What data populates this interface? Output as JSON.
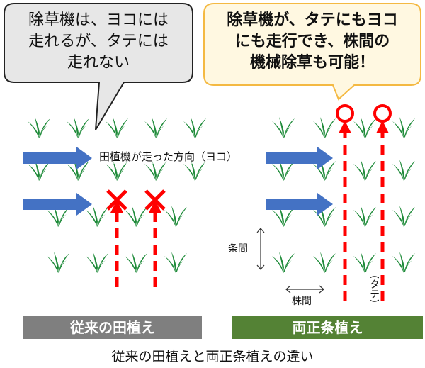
{
  "left_bubble": {
    "text": "除草機は、ヨコには\n走れるが、タテには\n走れない"
  },
  "right_bubble": {
    "text": "除草機が、タテにもヨコ\nにも走行でき、株間の\n機械除草も可能！"
  },
  "direction_label": "田植機が走った方向（ヨコ）",
  "row_spacing_label": "条間",
  "plant_spacing_label": "株間",
  "vertical_label": "(タテ)",
  "left_panel_label": "従来の田植え",
  "right_panel_label": "両正条植え",
  "caption": "従来の田植えと両正条植えの違い",
  "colors": {
    "plant": "#1f8b3a",
    "arrow_blue": "#4472c4",
    "red": "#ff0000",
    "gray_bar": "#7f7f7f",
    "green_bar": "#548235",
    "bubble_left": "#e7e7e7",
    "bubble_right_border": "#f4b942",
    "bubble_right_fill": "#fff8e1"
  }
}
